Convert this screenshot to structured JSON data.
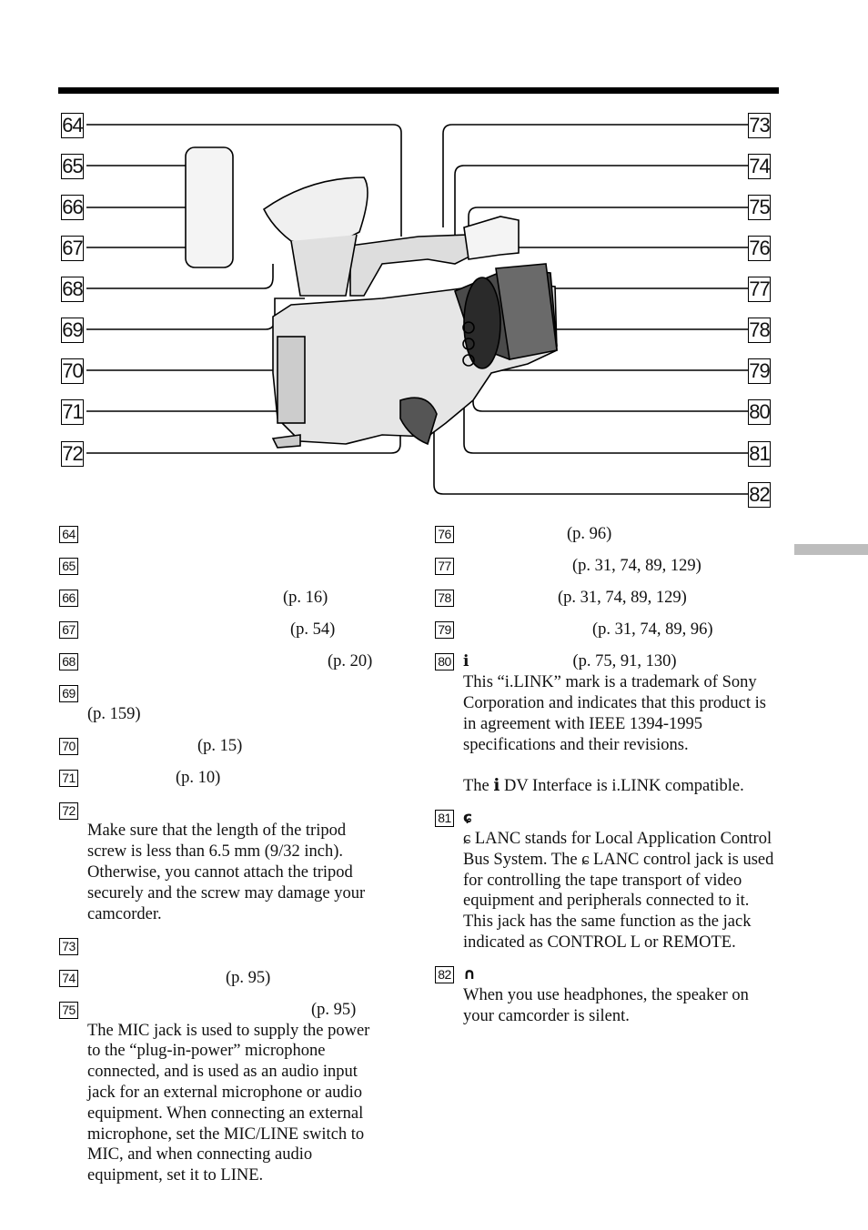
{
  "figure": {
    "left_callouts": [
      "64",
      "65",
      "66",
      "67",
      "68",
      "69",
      "70",
      "71",
      "72"
    ],
    "right_callouts": [
      "73",
      "74",
      "75",
      "76",
      "77",
      "78",
      "79",
      "80",
      "81",
      "82"
    ]
  },
  "left_column": [
    {
      "num": "64",
      "ref": "",
      "body": []
    },
    {
      "num": "65",
      "ref": "",
      "body": []
    },
    {
      "num": "66",
      "ref": "(p. 16)",
      "body": []
    },
    {
      "num": "67",
      "ref": "(p. 54)",
      "body": []
    },
    {
      "num": "68",
      "ref": "(p. 20)",
      "body": []
    },
    {
      "num": "69",
      "ref": "",
      "body": [
        "(p. 159)"
      ]
    },
    {
      "num": "70",
      "ref": "(p. 15)",
      "body": []
    },
    {
      "num": "71",
      "ref": "(p. 10)",
      "body": []
    },
    {
      "num": "72",
      "ref": "",
      "body": [
        "Make sure that the length of the tripod screw is less than 6.5 mm (9/32 inch). Otherwise, you cannot attach the tripod securely and the screw may damage your camcorder."
      ]
    },
    {
      "num": "73",
      "ref": "",
      "body": []
    },
    {
      "num": "74",
      "ref": "(p. 95)",
      "body": []
    },
    {
      "num": "75",
      "ref": "(p. 95)",
      "body": [
        "The MIC jack is used to supply the power to the “plug-in-power” microphone connected, and is used as an audio input jack for an external microphone or audio equipment. When connecting an external microphone, set the MIC/LINE switch to MIC, and when connecting audio equipment, set it to LINE."
      ]
    }
  ],
  "right_column": [
    {
      "num": "76",
      "ref": "(p. 96)",
      "glyph": "",
      "body": []
    },
    {
      "num": "77",
      "ref": "(p. 31, 74, 89, 129)",
      "glyph": "",
      "body": []
    },
    {
      "num": "78",
      "ref": "(p. 31, 74, 89, 129)",
      "glyph": "",
      "body": []
    },
    {
      "num": "79",
      "ref": "(p. 31, 74, 89, 96)",
      "glyph": "",
      "body": []
    },
    {
      "num": "80",
      "ref": "(p. 75, 91, 130)",
      "glyph": "ℹ",
      "body": [
        "This “i.LINK” mark is a trademark of Sony Corporation and indicates that this product is in agreement with IEEE 1394-1995 specifications and their revisions.",
        "The ℹ DV Interface is i.LINK compatible."
      ]
    },
    {
      "num": "81",
      "ref": "",
      "glyph": "ɕ",
      "body": [
        "ɕ LANC stands for Local Application Control Bus System. The ɕ LANC control jack is used for controlling the tape transport of video equipment and peripherals connected to it. This jack has the same function as the jack indicated as CONTROL L or REMOTE."
      ]
    },
    {
      "num": "82",
      "ref": "",
      "glyph": "∩",
      "body": [
        "When you use headphones, the speaker on your camcorder is silent."
      ]
    }
  ]
}
